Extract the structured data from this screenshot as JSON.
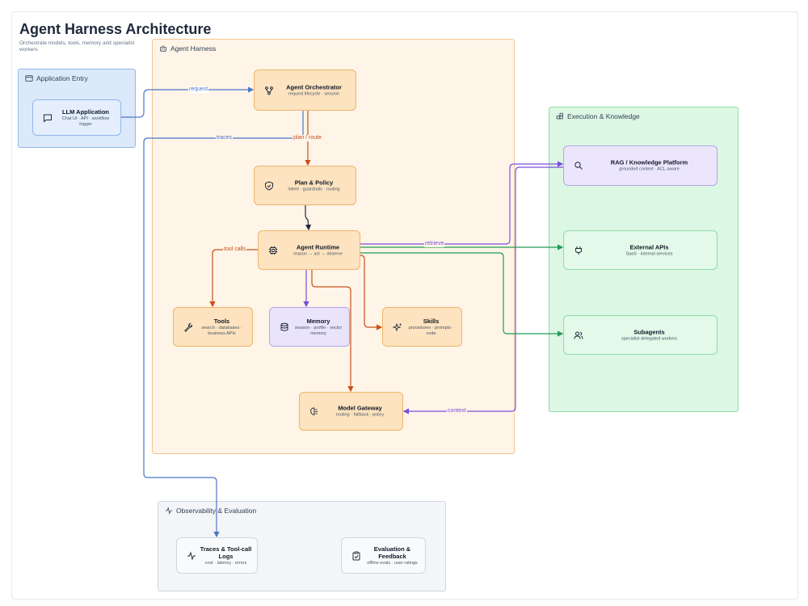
{
  "header": {
    "title": "Agent Harness Architecture",
    "subtitle": "Orchestrate models, tools, memory and specialist workers"
  },
  "groups": {
    "app_entry": "Application Entry",
    "harness": "Agent Harness",
    "exec": "Execution & Knowledge",
    "obs": "Observability & Evaluation"
  },
  "nodes": {
    "llm_app": {
      "title": "LLM Application",
      "sub": "Chat UI · API · workflow trigger"
    },
    "orchestrator": {
      "title": "Agent Orchestrator",
      "sub": "request lifecycle · session"
    },
    "plan": {
      "title": "Plan & Policy",
      "sub": "intent · guardrails · routing"
    },
    "runtime": {
      "title": "Agent Runtime",
      "sub": "reason → act → observe"
    },
    "tools": {
      "title": "Tools",
      "sub": "search · databases · business APIs"
    },
    "memory": {
      "title": "Memory",
      "sub": "session · profile · vector memory"
    },
    "skills": {
      "title": "Skills",
      "sub": "procedures · prompts · code"
    },
    "gateway": {
      "title": "Model Gateway",
      "sub": "routing · fallback · policy"
    },
    "rag": {
      "title": "RAG / Knowledge Platform",
      "sub": "grounded context · ACL-aware"
    },
    "ext_apis": {
      "title": "External APIs",
      "sub": "SaaS · internal services"
    },
    "subagents": {
      "title": "Subagents",
      "sub": "specialist delegated workers"
    },
    "traces": {
      "title": "Traces & Tool-call Logs",
      "sub": "cost · latency · errors"
    },
    "eval": {
      "title": "Evaluation & Feedback",
      "sub": "offline evals · user ratings"
    }
  },
  "edges": {
    "request": "request",
    "traces": "traces",
    "plan_route": "plan / route",
    "tool_calls": "tool calls",
    "retrieve": "retrieve",
    "context": "context"
  },
  "colors": {
    "blue": "#4a78c7",
    "orange": "#c8501a",
    "purple": "#7c4ddb",
    "green": "#1f9d55",
    "dark": "#1f2937"
  }
}
